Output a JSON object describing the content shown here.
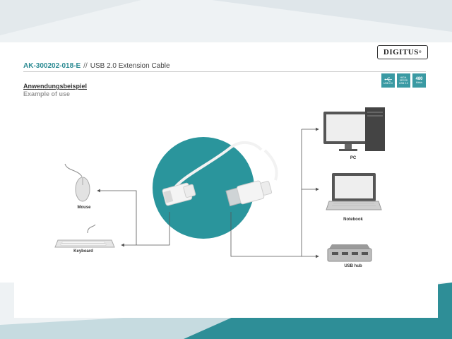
{
  "header": {
    "logo": "DIGITUS",
    "logo_mark": "®",
    "product_code": "AK-300202-018-E",
    "separator": "//",
    "product_name": "USB 2.0 Extension Cable"
  },
  "badges": [
    {
      "icon": "usb-trident-icon",
      "line1": "",
      "line2": "USB 2.0"
    },
    {
      "icon": "hi-speed-usb-icon",
      "line1": "HIGH-SPEED",
      "line2": "USB 2.0"
    },
    {
      "icon": "data-rate-icon",
      "line1": "480",
      "line2": "Mbit/s"
    }
  ],
  "section": {
    "title_de": "Anwendungsbeispiel",
    "title_en": "Example of use"
  },
  "devices": {
    "mouse": "Mouse",
    "keyboard": "Keyboard",
    "pc": "PC",
    "notebook": "Notebook",
    "usb_hub": "USB hub"
  },
  "colors": {
    "accent": "#2b8a92",
    "circle": "#2a959c",
    "bg_shape": "#b8d4dc"
  }
}
